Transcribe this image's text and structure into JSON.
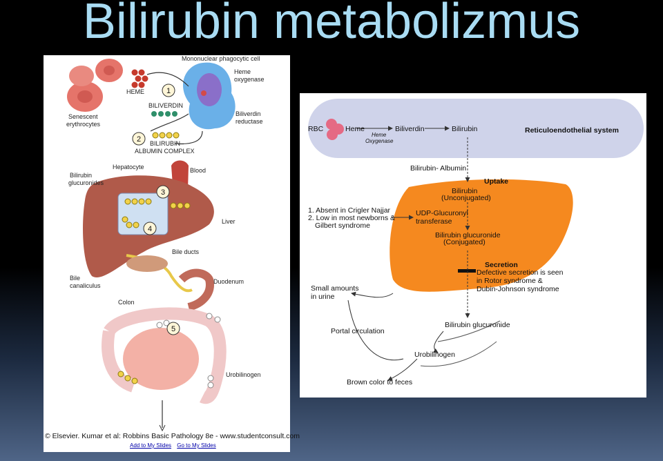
{
  "slide": {
    "title": "Bilirubin metabolizmus"
  },
  "left_figure": {
    "labels": {
      "mononuclear": "Mononuclear phagocytic cell",
      "heme_oxygenase": [
        "Heme",
        "oxygenase"
      ],
      "heme": "HEME",
      "step1": "1",
      "senescent": [
        "Senescent",
        "erythrocytes"
      ],
      "biliverdin": "BILIVERDIN",
      "biliverdin_reductase": [
        "Biliverdin",
        "reductase"
      ],
      "step2": "2",
      "complex": [
        "BILIRUBIN–",
        "ALBUMIN COMPLEX"
      ],
      "hepatocyte": "Hepatocyte",
      "blood": "Blood",
      "glucuronides": [
        "Bilirubin",
        "glucuronides"
      ],
      "step3": "3",
      "step4": "4",
      "liver": "Liver",
      "bile_ducts": "Bile ducts",
      "bile_canaliculus": [
        "Bile",
        "canaliculus"
      ],
      "duodenum": "Duodenum",
      "colon": "Colon",
      "step5": "5",
      "urobilinogen": "Urobilinogen"
    },
    "credit": "© Elsevier. Kumar et al: Robbins Basic Pathology 8e - www.studentconsult.com",
    "links": [
      "Add to My Slides",
      "Go to My Slides"
    ]
  },
  "right_figure": {
    "labels": {
      "rbc": "RBC",
      "heme": "Heme",
      "heme_oxygenase": [
        "Heme",
        "Oxygenase"
      ],
      "biliverdin": "Biliverdin",
      "bilirubin": "Bilirubin",
      "res": "Reticuloendothelial system",
      "bilirubin_albumin": "Bilirubin- Albumin",
      "uptake": "Uptake",
      "unconjugated": [
        "Bilirubin",
        "(Unconjugated)"
      ],
      "notes": [
        "1. Absent in Crigler Najjar",
        "2. Low in most newborns &",
        "Gilbert syndrome"
      ],
      "udp": [
        "UDP-Glucuronyl",
        "transferase"
      ],
      "conjugated": [
        "Bilirubin glucuronide",
        "(Conjugated)"
      ],
      "secretion": "Secretion",
      "defective": [
        "Defective secretion is seen",
        "in Rotor syndrome &",
        "Dubin-Johnson syndrome"
      ],
      "urine": [
        "Small amounts",
        "in urine"
      ],
      "portal": "Portal circulation",
      "glucuronide": "Bilirubin glucuronide",
      "urobilinogen": "Urobilinogen",
      "feces": "Brown color to feces"
    }
  },
  "colors": {
    "title": "#a9dcf3",
    "liver_orange": "#f5891f",
    "res_band": "#cfd3ea",
    "liver_brown": "#b05a4a",
    "rbc_red": "#e5746a",
    "bilirubin_yellow": "#f2d24a",
    "biliverdin_green": "#2f8f6a"
  }
}
